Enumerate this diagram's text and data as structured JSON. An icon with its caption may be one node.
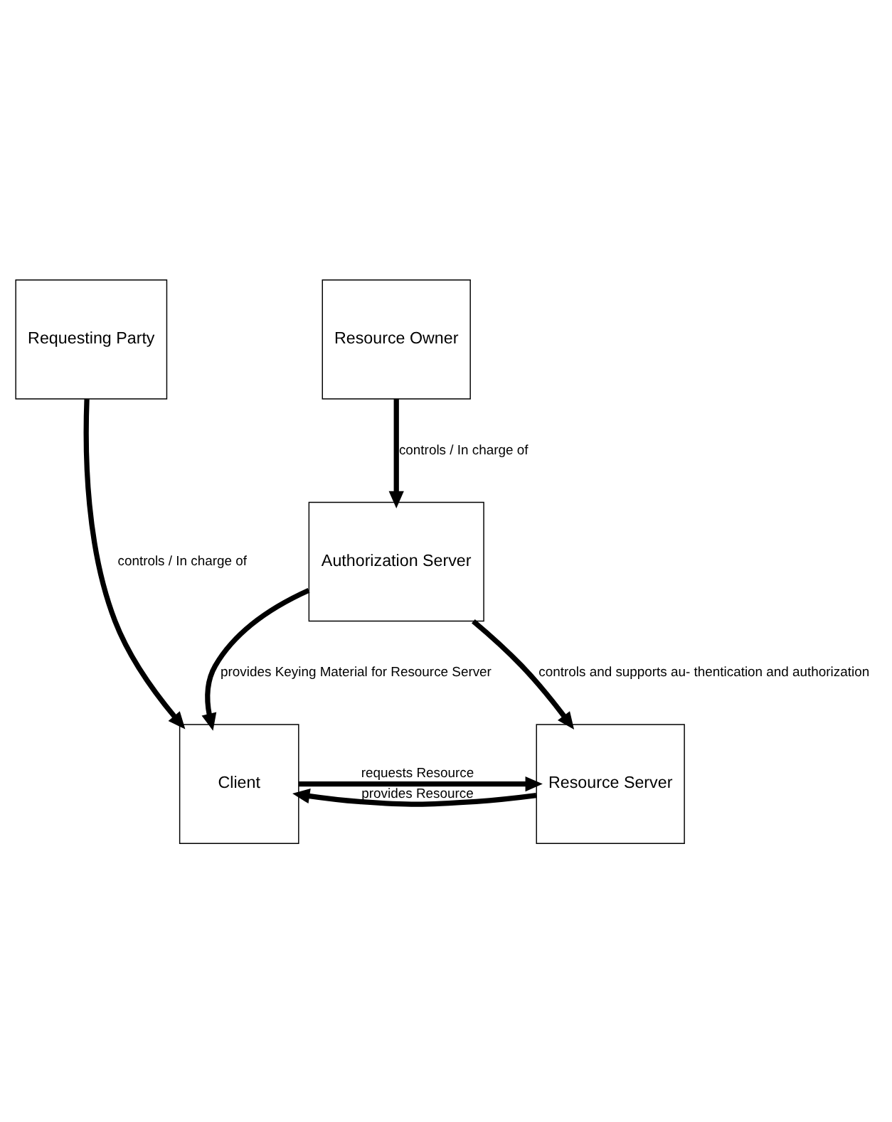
{
  "diagram": {
    "nodes": [
      {
        "text": [
          "Requesting Party"
        ]
      },
      {
        "text": [
          "Resource Owner"
        ]
      },
      {
        "text": [
          "Authorization Server"
        ]
      },
      {
        "text": [
          "Client"
        ]
      },
      {
        "text": [
          "Resource Server"
        ]
      }
    ],
    "edges": [
      {
        "from": 0,
        "to": 3,
        "arrow": "to",
        "label": "controls / In charge of"
      },
      {
        "from": 1,
        "to": 2,
        "arrow": "to",
        "label": "controls / In charge of"
      },
      {
        "from": 2,
        "to": 3,
        "arrow": "to",
        "label": "provides Keying Material for Resource Server"
      },
      {
        "from": 2,
        "to": 4,
        "arrow": "to",
        "label": "controls and supports au- thentication and authorization"
      },
      {
        "from": 3,
        "to": 4,
        "arrow": "to",
        "label": "requests Resource"
      },
      {
        "from": 4,
        "to": 3,
        "arrow": "to",
        "label": "provides Resource"
      }
    ]
  }
}
